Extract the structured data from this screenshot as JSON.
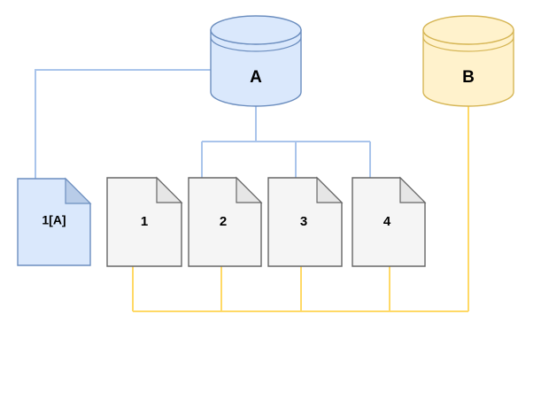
{
  "diagram": {
    "type": "flowchart",
    "title": "",
    "background": "#ffffff",
    "palette": {
      "blue_fill": "#dae8fc",
      "blue_stroke": "#6c8ebf",
      "blue_edge": "#a9c4eb",
      "yellow_fill": "#fff2cc",
      "yellow_stroke": "#d6b656",
      "yellow_edge": "#ffd966",
      "gray_fill": "#f5f5f5",
      "gray_stroke": "#666666",
      "gray_fold": "#e6e6e6",
      "label_color": "#000000"
    },
    "nodes": {
      "cylinder_a": {
        "label": "A",
        "shape": "cylinder",
        "color": "blue"
      },
      "cylinder_b": {
        "label": "B",
        "shape": "cylinder",
        "color": "yellow"
      },
      "doc_1a": {
        "label": "1[A]",
        "shape": "document",
        "color": "blue"
      },
      "doc_1": {
        "label": "1",
        "shape": "document",
        "color": "gray"
      },
      "doc_2": {
        "label": "2",
        "shape": "document",
        "color": "gray"
      },
      "doc_3": {
        "label": "3",
        "shape": "document",
        "color": "gray"
      },
      "doc_4": {
        "label": "4",
        "shape": "document",
        "color": "gray"
      }
    },
    "edges": [
      {
        "from": "cylinder_a",
        "to": "doc_1a",
        "color": "blue"
      },
      {
        "from": "cylinder_a",
        "to": "doc_2",
        "color": "blue"
      },
      {
        "from": "cylinder_a",
        "to": "doc_3",
        "color": "blue"
      },
      {
        "from": "cylinder_a",
        "to": "doc_4",
        "color": "blue"
      },
      {
        "from": "doc_1",
        "to": "cylinder_b",
        "color": "yellow"
      },
      {
        "from": "doc_2",
        "to": "cylinder_b",
        "color": "yellow"
      },
      {
        "from": "doc_3",
        "to": "cylinder_b",
        "color": "yellow"
      },
      {
        "from": "doc_4",
        "to": "cylinder_b",
        "color": "yellow"
      }
    ]
  }
}
